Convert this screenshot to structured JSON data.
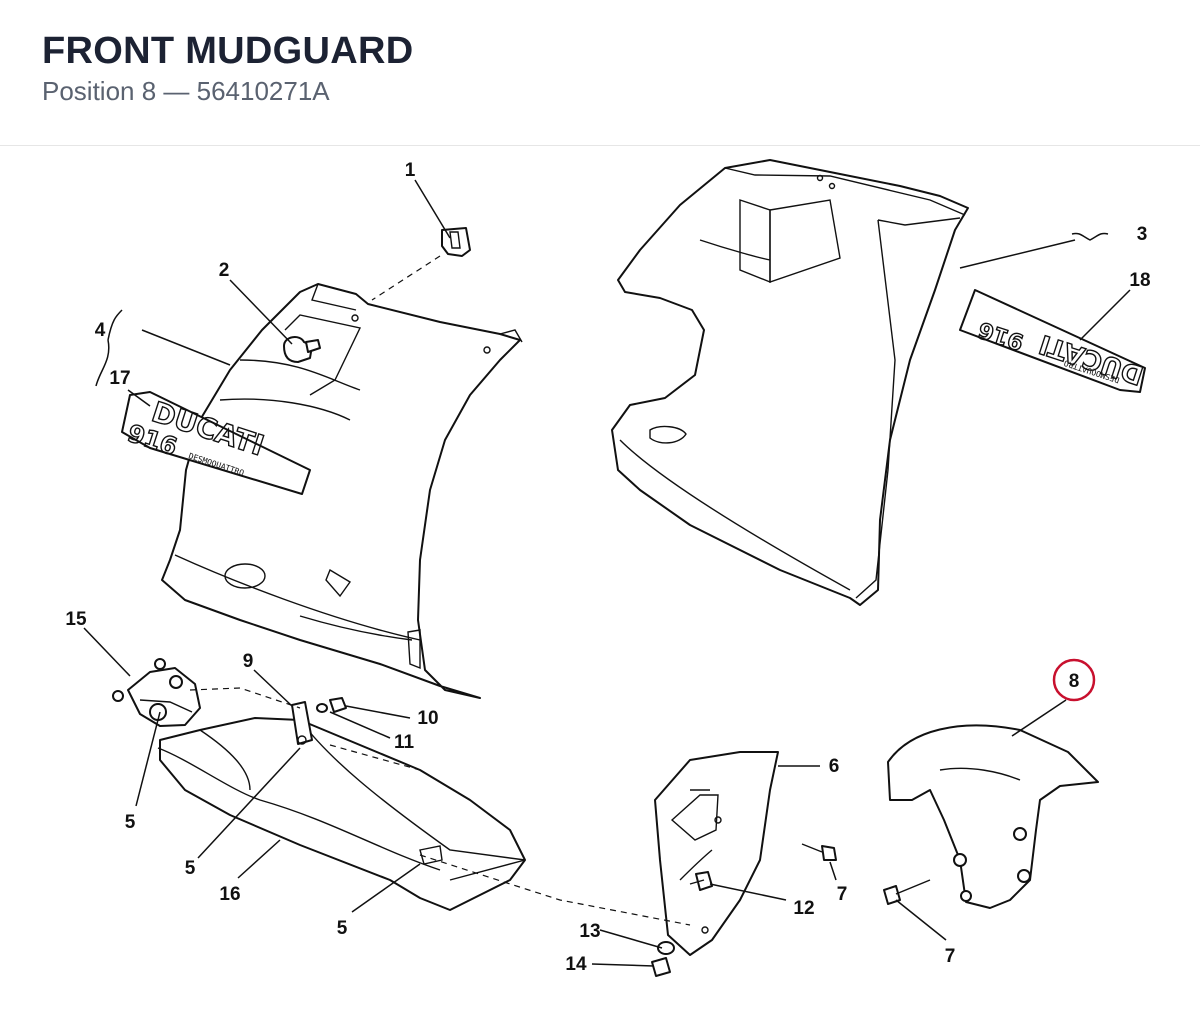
{
  "header": {
    "title": "FRONT MUDGUARD",
    "subtitle": "Position 8 — 56410271A"
  },
  "highlight_color": "#c8102e",
  "callouts": {
    "c1": "1",
    "c2": "2",
    "c3": "3",
    "c4": "4",
    "c5a": "5",
    "c5b": "5",
    "c5c": "5",
    "c6": "6",
    "c7a": "7",
    "c7b": "7",
    "c8": "8",
    "c9": "9",
    "c10": "10",
    "c11": "11",
    "c12": "12",
    "c13": "13",
    "c14": "14",
    "c15": "15",
    "c16": "16",
    "c17": "17",
    "c18": "18"
  },
  "decals": {
    "left_logo": "DUCATI",
    "left_logo_number": "916",
    "left_logo_sub": "DESMOQUATTRO",
    "right_logo": "DUCATI",
    "right_logo_number": "916",
    "right_logo_sub": "DESMOQUATTRO"
  }
}
